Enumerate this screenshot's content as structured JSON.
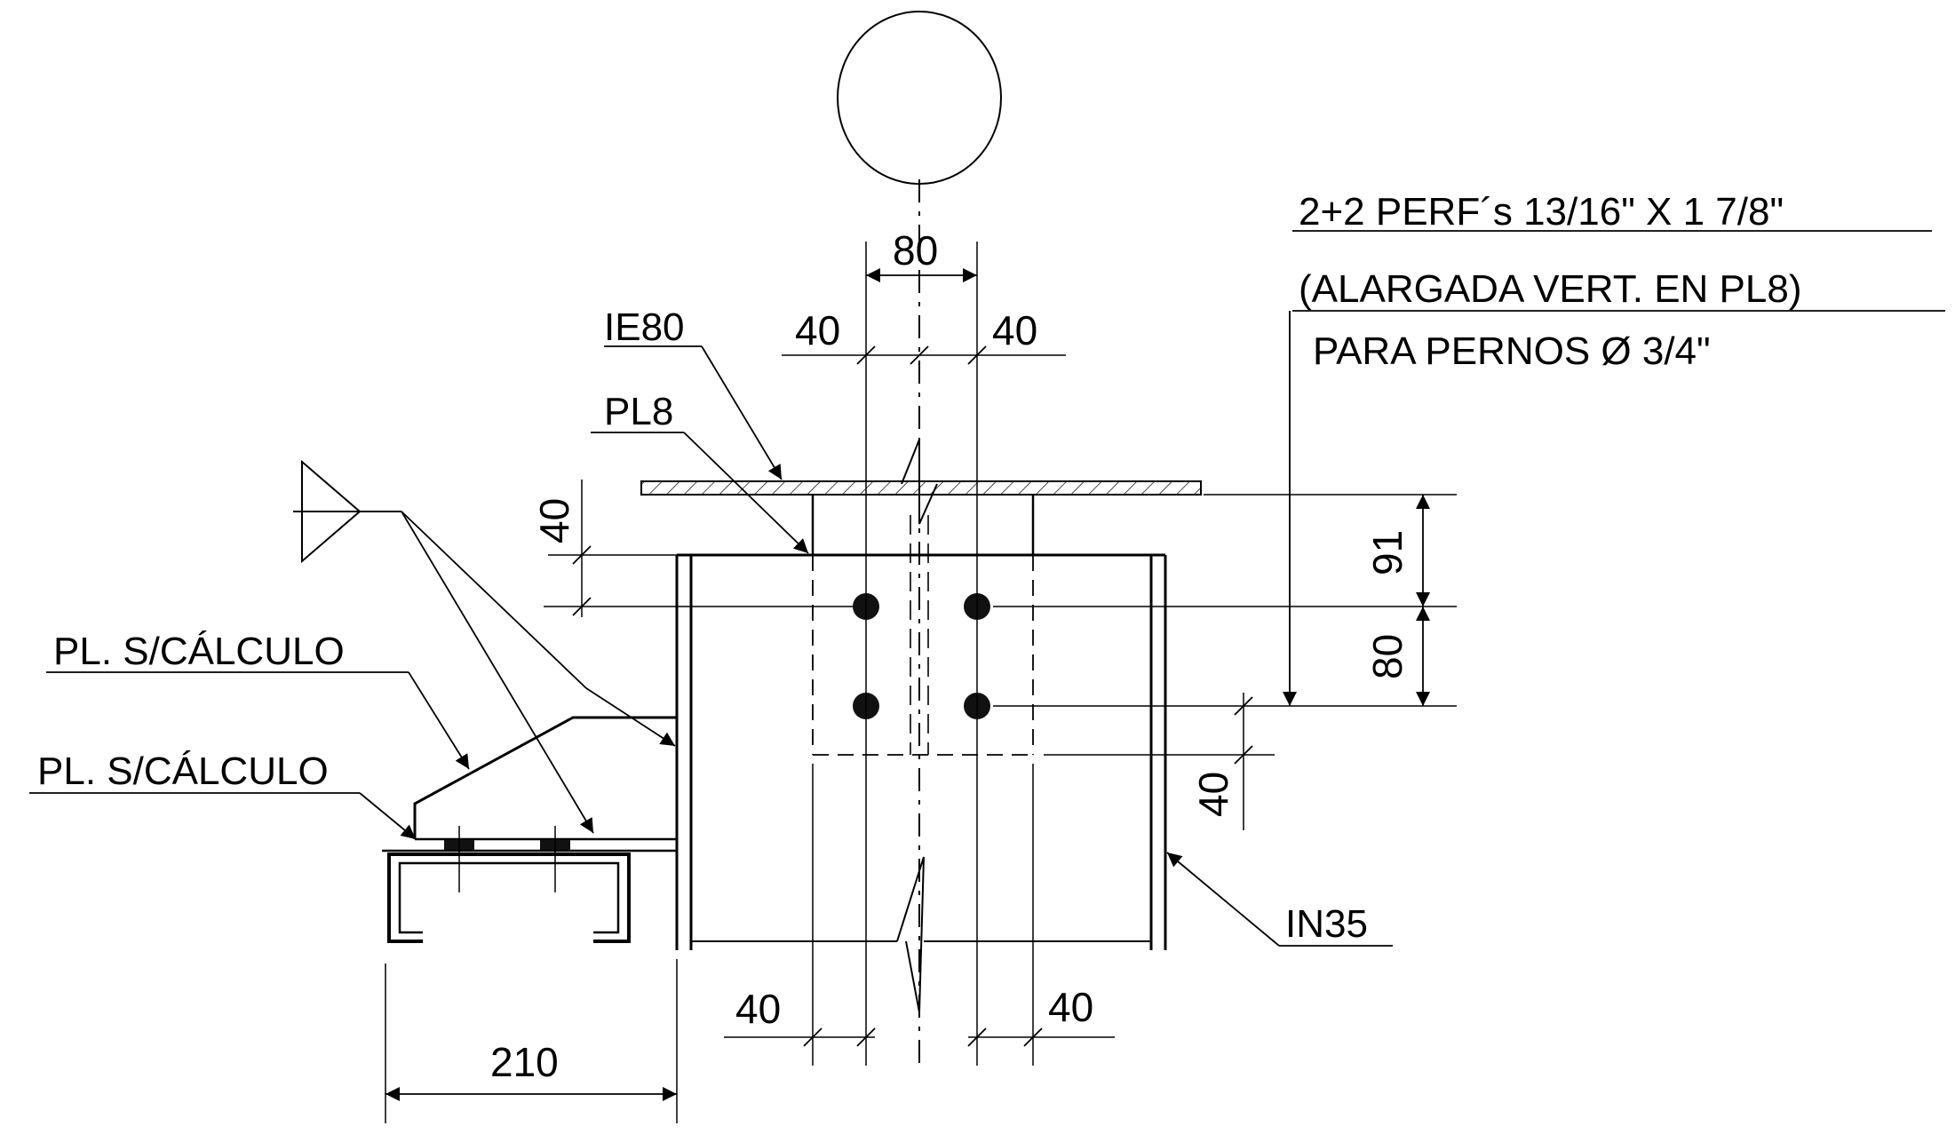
{
  "labels": {
    "ie80": "IE80",
    "pl8": "PL8",
    "pl_calc_1": "PL. S/CÁLCULO",
    "pl_calc_2": "PL. S/CÁLCULO",
    "in35": "IN35",
    "note_line1": "2+2 PERF´s  13/16\" X 1  7/8\"",
    "note_line2": "(ALARGADA VERT. EN PL8)",
    "note_line3": "PARA PERNOS Ø 3/4\""
  },
  "dimensions": {
    "top_80": "80",
    "top_left_40": "40",
    "top_right_40": "40",
    "left_40": "40",
    "right_91": "91",
    "right_80": "80",
    "right_40": "40",
    "bottom_left_40": "40",
    "bottom_right_40": "40",
    "bottom_210": "210"
  }
}
